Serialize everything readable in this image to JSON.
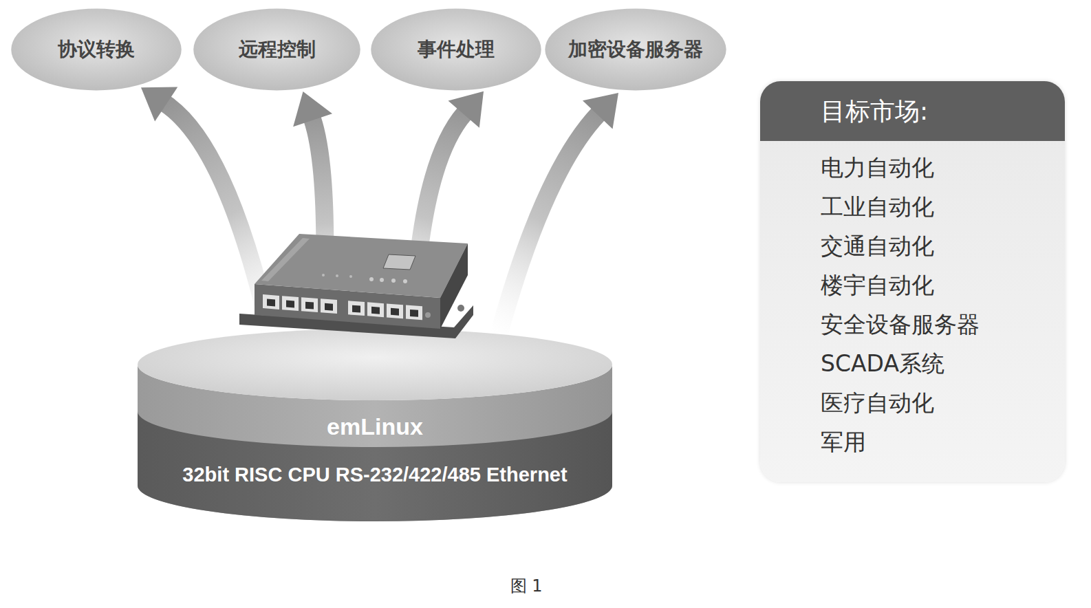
{
  "diagram": {
    "caption": "图 1",
    "nodes": [
      {
        "text": [
          "协议转换"
        ]
      },
      {
        "text": [
          "远程控制"
        ]
      },
      {
        "text": [
          "事件处理"
        ]
      },
      {
        "text": [
          "加密设备服务器"
        ]
      },
      {
        "text": [
          "emLinux",
          "32bit RISC CPU RS-232/422/485 Ethernet"
        ]
      },
      {
        "text": [
          "目标市场:",
          "电力自动化",
          "工业自动化",
          "交通自动化",
          "楼宇自动化",
          "安全设备服务器",
          "SCADA系统",
          "医疗自动化",
          "军用"
        ]
      }
    ],
    "edges": [
      {
        "from": 4,
        "to": 0,
        "arrow": "to"
      },
      {
        "from": 4,
        "to": 1,
        "arrow": "to"
      },
      {
        "from": 4,
        "to": 2,
        "arrow": "to"
      },
      {
        "from": 4,
        "to": 3,
        "arrow": "to"
      }
    ]
  }
}
